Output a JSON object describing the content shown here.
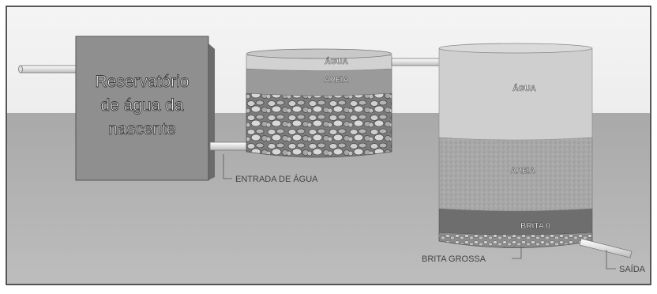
{
  "reservoir": {
    "line1": "Reservatório",
    "line2": "de água da",
    "line3": "nascente"
  },
  "filter1": {
    "layer_water": "ÁGUA",
    "layer_sand": "AREIA"
  },
  "filter2": {
    "layer_water": "ÁGUA",
    "layer_sand": "AREIA",
    "layer_gravel": "BRITA 0"
  },
  "callouts": {
    "inlet": "ENTRADA DE ÁGUA",
    "coarse_gravel": "BRITA GROSSA",
    "outlet": "SAÍDA"
  }
}
